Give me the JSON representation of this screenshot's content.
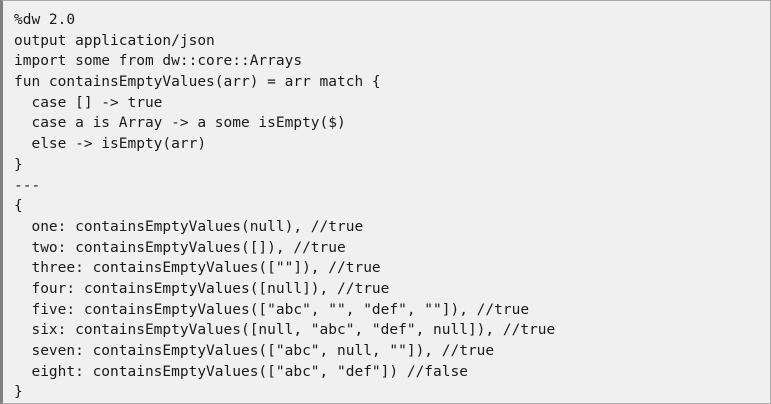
{
  "code_block": {
    "language": "dataweave",
    "background_color": "#f0f0f0",
    "border_color": "#a9a9a9",
    "accent_border_color": "#808080",
    "text_color": "#1a1a1a",
    "lines": [
      "%dw 2.0",
      "output application/json",
      "import some from dw::core::Arrays",
      "fun containsEmptyValues(arr) = arr match {",
      "  case [] -> true",
      "  case a is Array -> a some isEmpty($)",
      "  else -> isEmpty(arr)",
      "}",
      "---",
      "{",
      "  one: containsEmptyValues(null), //true",
      "  two: containsEmptyValues([]), //true",
      "  three: containsEmptyValues([\"\"]), //true",
      "  four: containsEmptyValues([null]), //true",
      "  five: containsEmptyValues([\"abc\", \"\", \"def\", \"\"]), //true",
      "  six: containsEmptyValues([null, \"abc\", \"def\", null]), //true",
      "  seven: containsEmptyValues([\"abc\", null, \"\"]), //true",
      "  eight: containsEmptyValues([\"abc\", \"def\"]) //false",
      "}"
    ]
  }
}
